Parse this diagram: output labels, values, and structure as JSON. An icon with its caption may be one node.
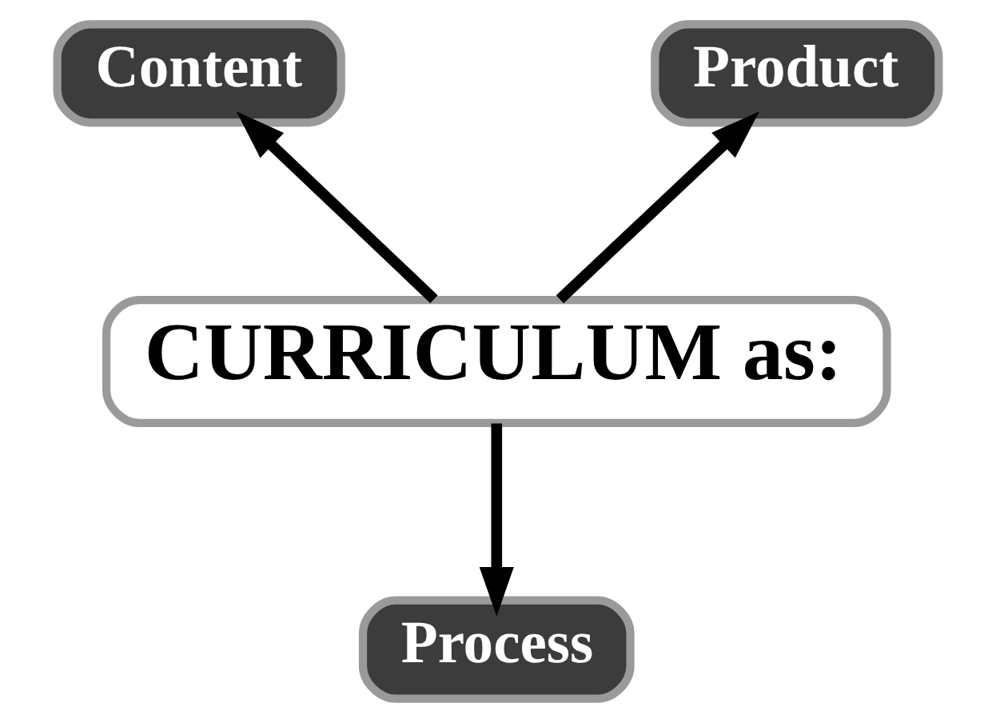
{
  "diagram": {
    "nodes": [
      {
        "text": [
          "CURRICULUM as:"
        ]
      },
      {
        "text": [
          "Content"
        ]
      },
      {
        "text": [
          "Product"
        ]
      },
      {
        "text": [
          "Process"
        ]
      }
    ],
    "edges": [
      {
        "from": 0,
        "to": 1,
        "arrow": "to"
      },
      {
        "from": 0,
        "to": 2,
        "arrow": "to"
      },
      {
        "from": 0,
        "to": 3,
        "arrow": "to"
      }
    ]
  }
}
